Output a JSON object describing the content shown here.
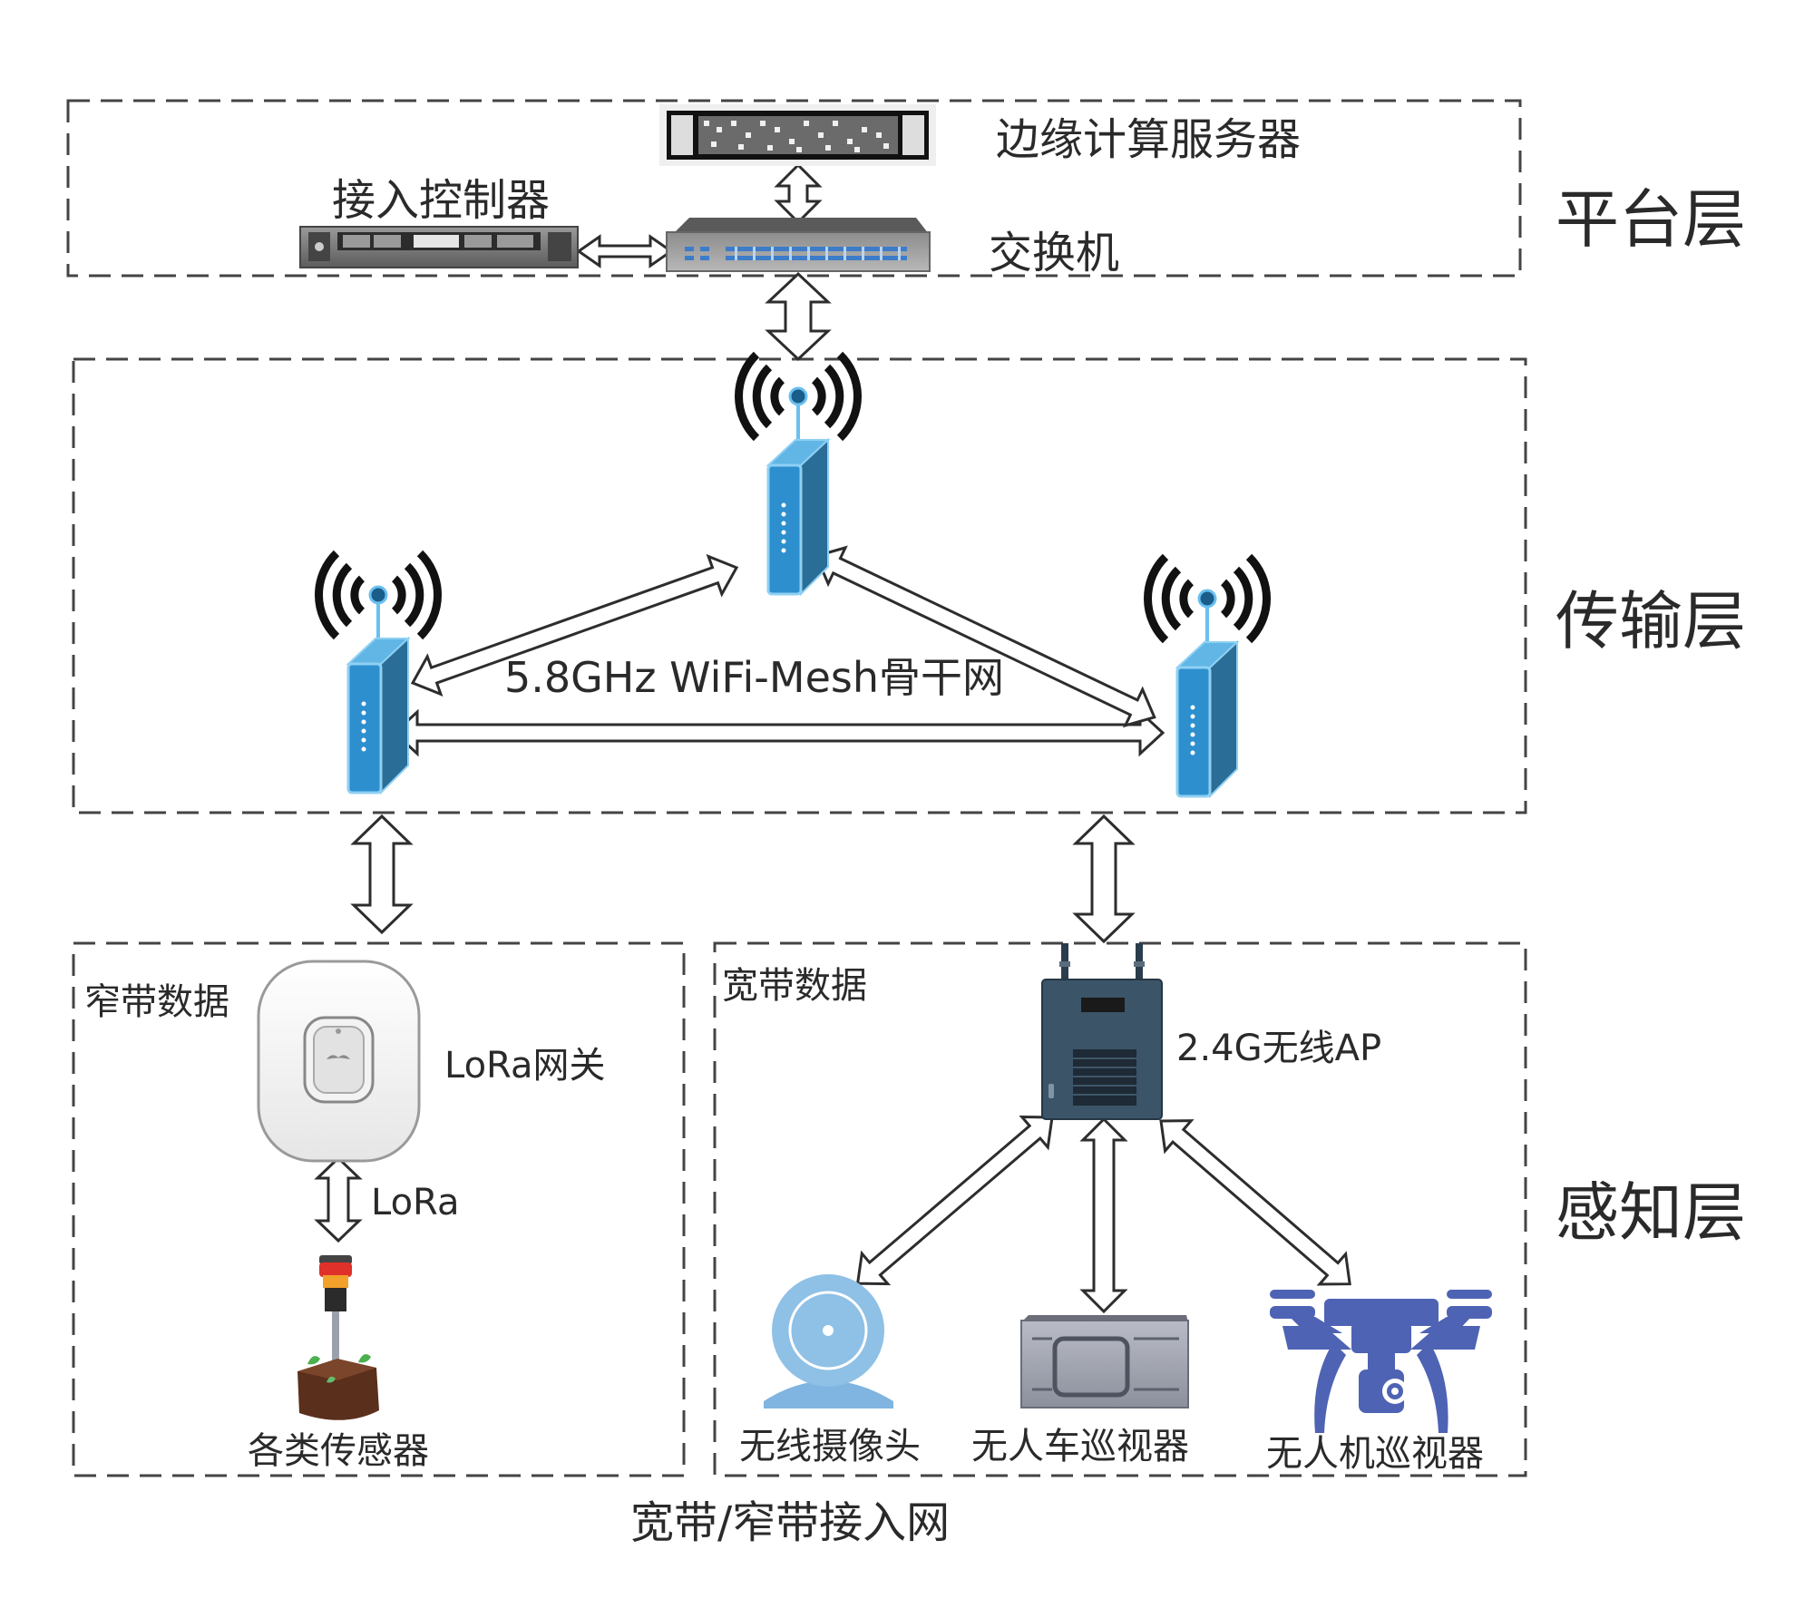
{
  "layers": {
    "platform": "平台层",
    "transport": "传输层",
    "perception": "感知层"
  },
  "platform": {
    "edge_server": "边缘计算服务器",
    "access_controller": "接入控制器",
    "switch": "交换机"
  },
  "transport": {
    "mesh_label": "5.8GHz WiFi-Mesh骨干网"
  },
  "perception": {
    "narrowband": {
      "title": "窄带数据",
      "gateway": "LoRa网关",
      "link": "LoRa",
      "sensors": "各类传感器"
    },
    "broadband": {
      "title": "宽带数据",
      "ap": "2.4G无线AP",
      "camera": "无线摄像头",
      "vehicle": "无人车巡视器",
      "drone": "无人机巡视器"
    }
  },
  "footer": "宽带/窄带接入网",
  "icons": {
    "edge_server": "rack-server-icon",
    "access_controller": "rack-controller-icon",
    "switch": "network-switch-icon",
    "mesh_node": "wifi-mesh-router-icon",
    "gateway": "lora-gateway-icon",
    "sensor": "soil-sensor-icon",
    "ap": "wireless-ap-icon",
    "camera": "webcam-icon",
    "vehicle": "patrol-vehicle-icon",
    "drone": "drone-icon"
  },
  "colors": {
    "node_blue": "#2e8fcf",
    "node_dark": "#2a6d96",
    "ap_body": "#3b5468",
    "camera_blue": "#8fc0e6",
    "drone_blue": "#4e63b3",
    "rack_grey": "#7b7b7b",
    "border_dash": "#444444"
  }
}
